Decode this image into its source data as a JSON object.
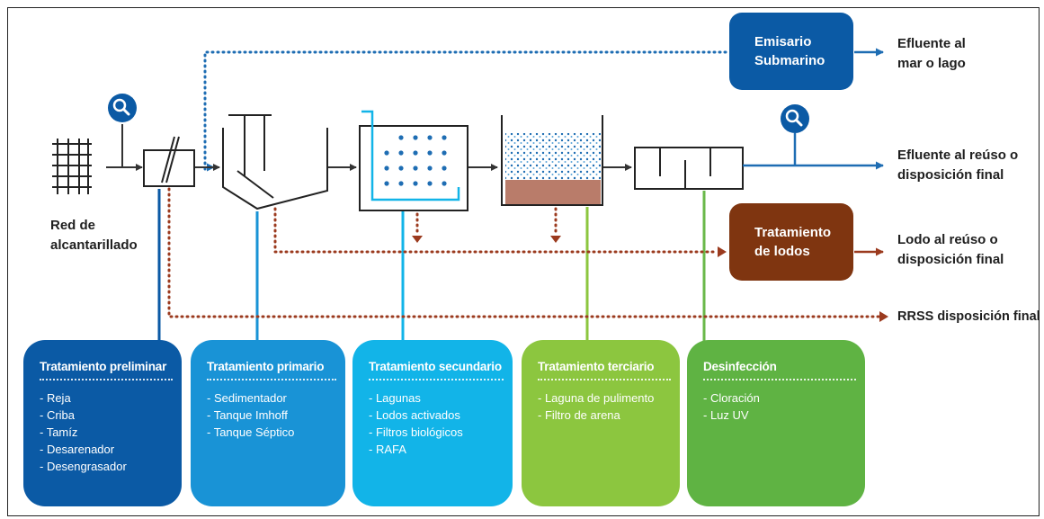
{
  "labels": {
    "source": [
      "Red de",
      "alcantarillado"
    ],
    "out_sea": [
      "Efluente al",
      "mar o lago"
    ],
    "out_reuse": [
      "Efluente al reúso o",
      "disposición final"
    ],
    "out_sludge": [
      "Lodo al reúso o",
      "disposición final"
    ],
    "out_solids": "RRSS disposición final"
  },
  "nodes": {
    "emisario": [
      "Emisario",
      "Submarino"
    ],
    "tratamiento_lodos": [
      "Tratamiento",
      "de lodos"
    ]
  },
  "stages": [
    {
      "title": "Tratamiento preliminar",
      "items": [
        "- Reja",
        "- Criba",
        "- Tamíz",
        "- Desarenador",
        "- Desengrasador"
      ],
      "color": "#0b5aa5"
    },
    {
      "title": "Tratamiento primario",
      "items": [
        "- Sedimentador",
        "- Tanque Imhoff",
        "- Tanque Séptico"
      ],
      "color": "#1993d6"
    },
    {
      "title": "Tratamiento secundario",
      "items": [
        "- Lagunas",
        "- Lodos activados",
        "- Filtros biológicos",
        "- RAFA"
      ],
      "color": "#12b4e8"
    },
    {
      "title": "Tratamiento terciario",
      "items": [
        "- Laguna de pulimento",
        "- Filtro de arena"
      ],
      "color": "#8cc63f"
    },
    {
      "title": "Desinfección",
      "items": [
        "- Cloración",
        "- Luz UV"
      ],
      "color": "#5fb343"
    }
  ],
  "colors": {
    "dark_blue": "#0b5aa5",
    "line_blue": "#1e6db3",
    "sludge_brown": "#8a3a12",
    "dot_red": "#9b3a1e",
    "icon": "search-icon"
  }
}
